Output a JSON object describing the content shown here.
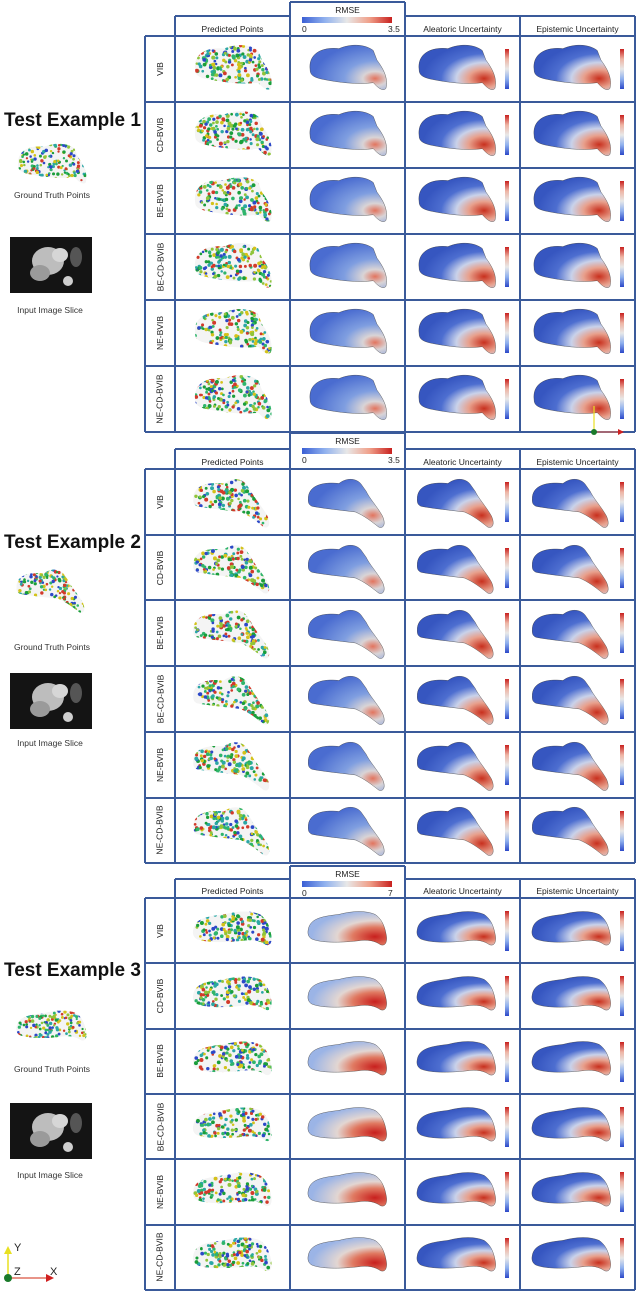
{
  "figure": {
    "column_headers": [
      "Predicted Points",
      "RMSE",
      "Aleatoric Uncertainty",
      "Epistemic Uncertainty"
    ],
    "row_labels": [
      "VIB",
      "CD-BVIB",
      "BE-BVIB",
      "BE-CD-BVIB",
      "NE-BVIB",
      "NE-CD-BVIB"
    ],
    "ground_truth_caption": "Ground Truth Points",
    "input_caption": "Input Image Slice",
    "colors": {
      "grid_border": "#3a5a9a",
      "low": "#3b5fd4",
      "mid": "#e8e8e8",
      "high": "#c8201e"
    },
    "axes_labels": {
      "y": "Y",
      "z": "Z",
      "x": "X"
    }
  },
  "examples": [
    {
      "title": "Test Example 1",
      "rmse": {
        "label": "RMSE",
        "min": "0",
        "max": "3.5"
      }
    },
    {
      "title": "Test Example 2",
      "rmse": {
        "label": "RMSE",
        "min": "0",
        "max": "3.5"
      }
    },
    {
      "title": "Test Example 3",
      "rmse": {
        "label": "RMSE",
        "min": "0",
        "max": "7"
      }
    }
  ]
}
